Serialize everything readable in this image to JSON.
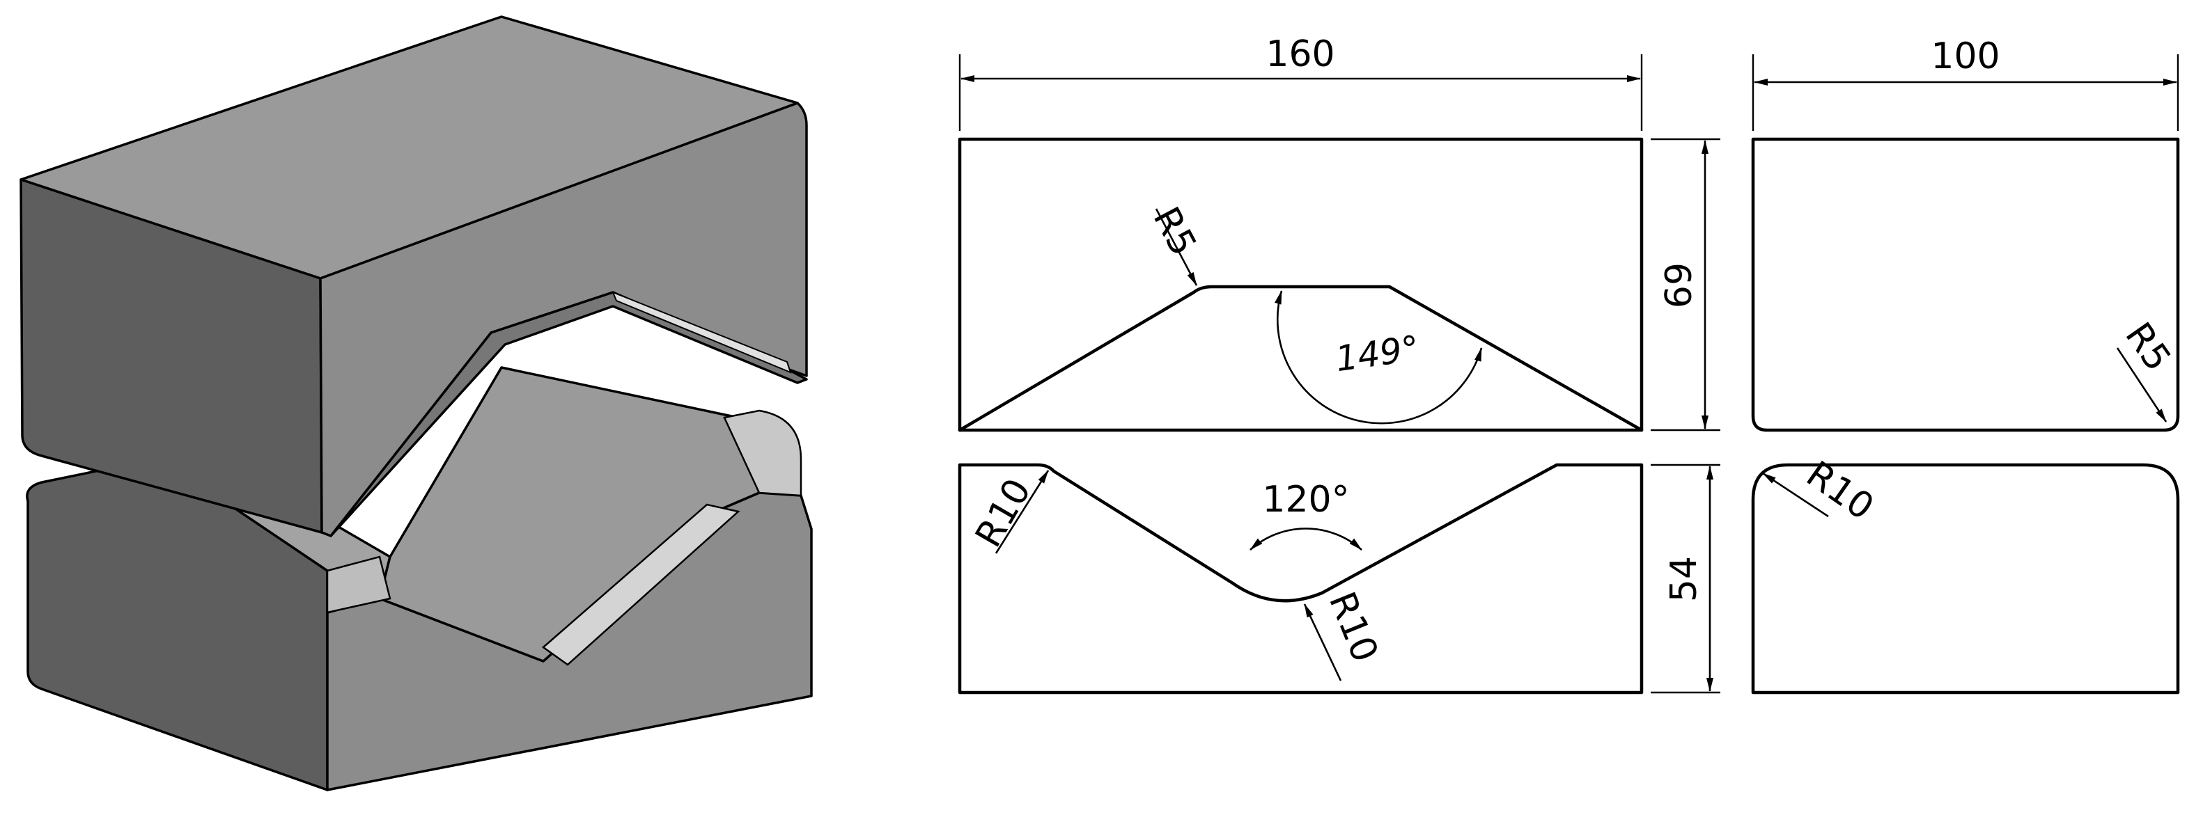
{
  "colors": {
    "outline": "#000000",
    "face_top": "#9a9a9a",
    "face_front": "#8c8c8c",
    "face_side": "#5e5e5e",
    "face_highlight": "#cfcfcf",
    "background": "#ffffff"
  },
  "isometric_view": {
    "icon": "v-block-die-3d"
  },
  "dimensions": {
    "overall_length": "160",
    "width": "100",
    "upper_height": "69",
    "lower_height": "54",
    "upper_groove_angle": "149°",
    "lower_groove_angle": "120°",
    "upper_groove_radius": "R5",
    "upper_side_radius": "R5",
    "lower_groove_edge_radius": "R10",
    "lower_groove_bottom_radius": "R10",
    "lower_side_radius": "R10"
  }
}
